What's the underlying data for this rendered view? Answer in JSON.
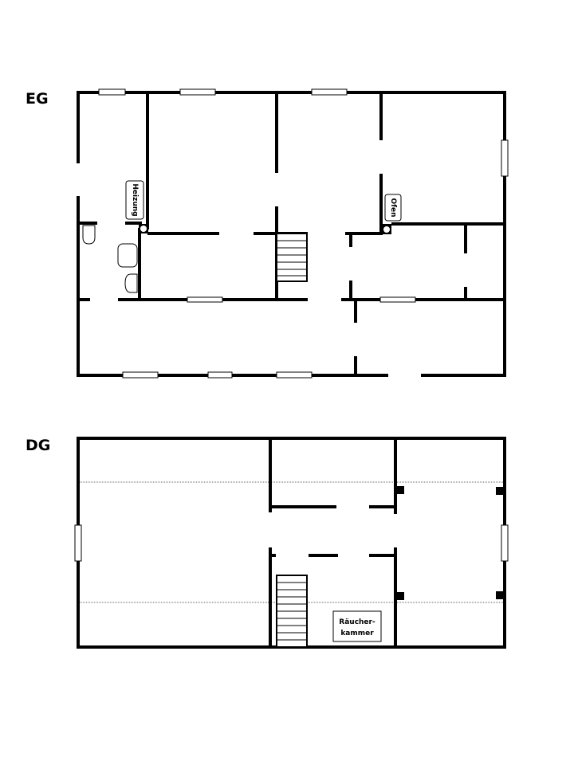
{
  "floors": {
    "ground": {
      "label": "EG",
      "heating_label": "Heizung",
      "oven_label": "Ofen"
    },
    "attic": {
      "label": "DG",
      "smokehouse_label_line1": "Räucher-",
      "smokehouse_label_line2": "kammer"
    }
  }
}
